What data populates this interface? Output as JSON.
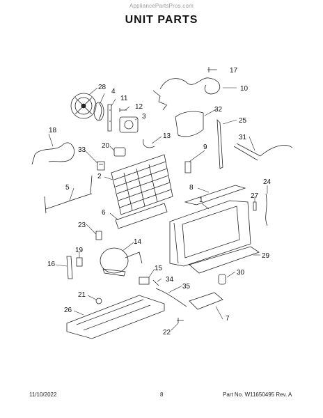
{
  "header": {
    "watermark": "AppliancePartsPros.com",
    "title": "UNIT PARTS"
  },
  "callouts": [
    "1",
    "2",
    "3",
    "4",
    "5",
    "6",
    "7",
    "8",
    "9",
    "10",
    "11",
    "12",
    "13",
    "14",
    "15",
    "16",
    "17",
    "18",
    "19",
    "20",
    "21",
    "22",
    "23",
    "24",
    "25",
    "26",
    "27",
    "28",
    "29",
    "30",
    "31",
    "32",
    "33",
    "34",
    "35"
  ],
  "footer": {
    "date": "11/10/2022",
    "page": "8",
    "part_info": "Part No. W11650495  Rev. A"
  }
}
